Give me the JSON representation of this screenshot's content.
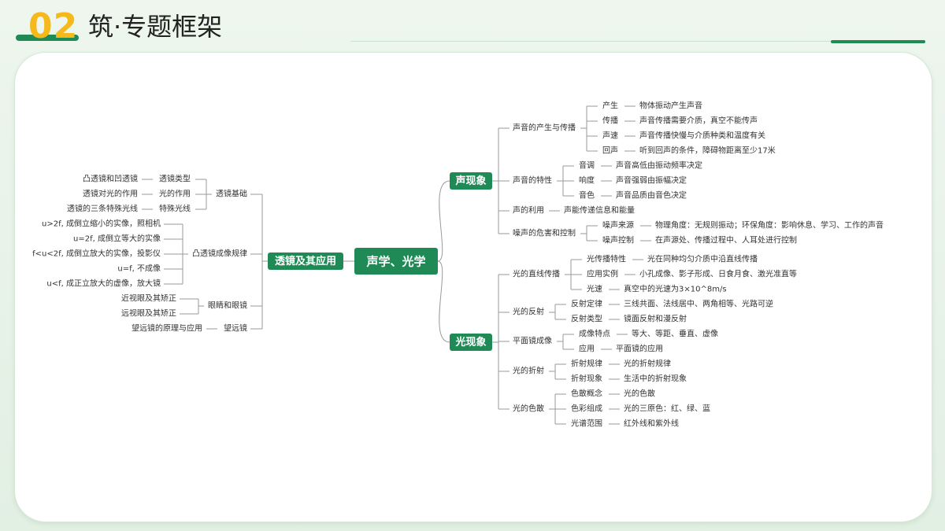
{
  "header": {
    "number": "02",
    "title": "筑·专题框架"
  },
  "colors": {
    "accent": "#1f8a55",
    "number": "#f6b91b",
    "line": "#9a9a9a"
  },
  "mindmap": {
    "root": "声学、光学",
    "right": [
      {
        "label": "声现象",
        "children": [
          {
            "label": "声音的产生与传播",
            "children": [
              {
                "label": "产生",
                "desc": "物体振动产生声音"
              },
              {
                "label": "传播",
                "desc": "声音传播需要介质，真空不能传声"
              },
              {
                "label": "声速",
                "desc": "声音传播快慢与介质种类和温度有关"
              },
              {
                "label": "回声",
                "desc": "听到回声的条件，障碍物距离至少17米"
              }
            ]
          },
          {
            "label": "声音的特性",
            "children": [
              {
                "label": "音调",
                "desc": "声音高低由振动频率决定"
              },
              {
                "label": "响度",
                "desc": "声音强弱由振幅决定"
              },
              {
                "label": "音色",
                "desc": "声音品质由音色决定"
              }
            ]
          },
          {
            "label": "声的利用",
            "desc": "声能传递信息和能量"
          },
          {
            "label": "噪声的危害和控制",
            "children": [
              {
                "label": "噪声来源",
                "desc": "物理角度：无规则振动；环保角度：影响休息、学习、工作的声音"
              },
              {
                "label": "噪声控制",
                "desc": "在声源处、传播过程中、人耳处进行控制"
              }
            ]
          }
        ]
      },
      {
        "label": "光现象",
        "children": [
          {
            "label": "光的直线传播",
            "children": [
              {
                "label": "光传播特性",
                "desc": "光在同种均匀介质中沿直线传播"
              },
              {
                "label": "应用实例",
                "desc": "小孔成像、影子形成、日食月食、激光准直等"
              },
              {
                "label": "光速",
                "desc": "真空中的光速为3×10^8m/s"
              }
            ]
          },
          {
            "label": "光的反射",
            "children": [
              {
                "label": "反射定律",
                "desc": "三线共面、法线居中、两角相等、光路可逆"
              },
              {
                "label": "反射类型",
                "desc": "镜面反射和漫反射"
              }
            ]
          },
          {
            "label": "平面镜成像",
            "children": [
              {
                "label": "成像特点",
                "desc": "等大、等距、垂直、虚像"
              },
              {
                "label": "应用",
                "desc": "平面镜的应用"
              }
            ]
          },
          {
            "label": "光的折射",
            "children": [
              {
                "label": "折射规律",
                "desc": "光的折射规律"
              },
              {
                "label": "折射现象",
                "desc": "生活中的折射现象"
              }
            ]
          },
          {
            "label": "光的色散",
            "children": [
              {
                "label": "色散概念",
                "desc": "光的色散"
              },
              {
                "label": "色彩组成",
                "desc": "光的三原色：红、绿、蓝"
              },
              {
                "label": "光谱范围",
                "desc": "红外线和紫外线"
              }
            ]
          }
        ]
      }
    ],
    "left": {
      "label": "透镜及其应用",
      "children": [
        {
          "label": "透镜基础",
          "children": [
            {
              "label": "透镜类型",
              "desc": "凸透镜和凹透镜"
            },
            {
              "label": "光的作用",
              "desc": "透镜对光的作用"
            },
            {
              "label": "特殊光线",
              "desc": "透镜的三条特殊光线"
            }
          ]
        },
        {
          "label": "凸透镜成像规律",
          "items": [
            "u>2f, 成倒立缩小的实像，照相机",
            "u=2f, 成倒立等大的实像",
            "f<u<2f, 成倒立放大的实像，投影仪",
            "u=f, 不成像",
            "u<f, 成正立放大的虚像，放大镜"
          ]
        },
        {
          "label": "眼睛和眼镜",
          "items": [
            "近视眼及其矫正",
            "远视眼及其矫正"
          ]
        },
        {
          "label": "望远镜",
          "desc": "望远镜的原理与应用"
        }
      ]
    }
  }
}
